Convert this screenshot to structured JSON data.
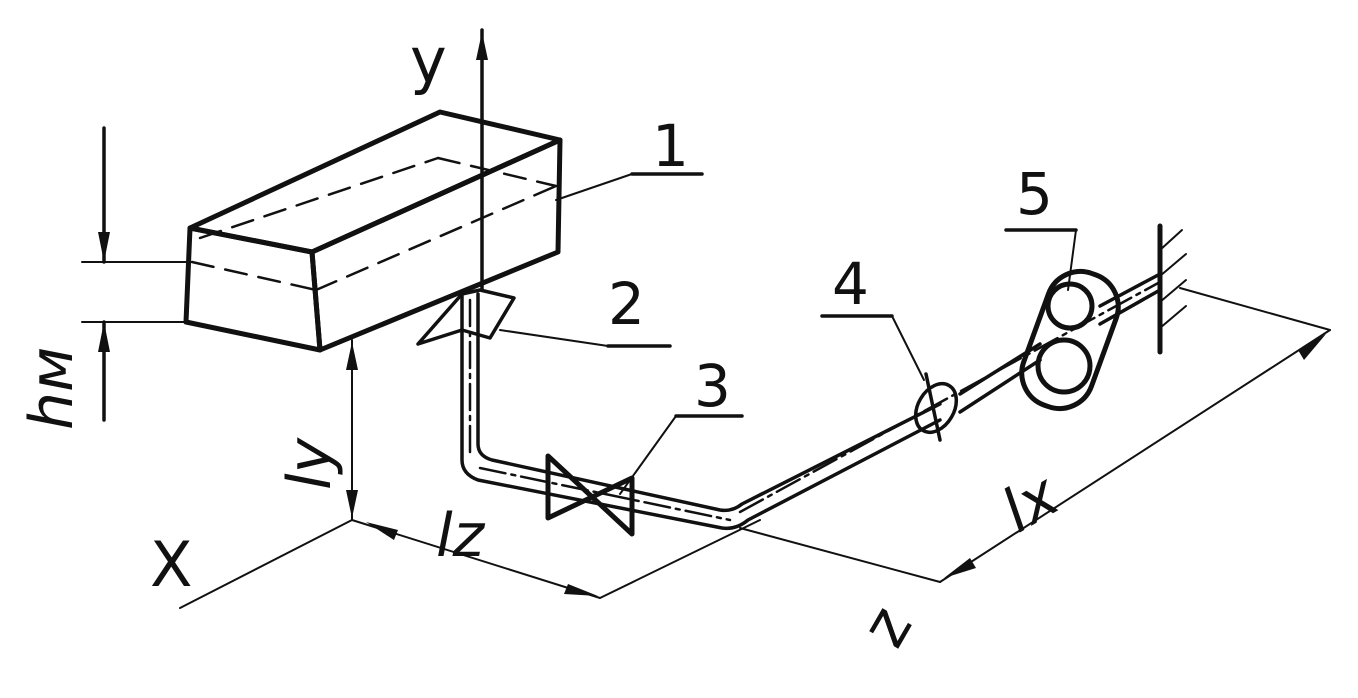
{
  "labels": {
    "axis_y": "y",
    "axis_x": "X",
    "axis_z": "z",
    "item_1": "1",
    "item_2": "2",
    "item_3": "3",
    "item_4": "4",
    "item_5": "5",
    "dim_hm": "hм",
    "dim_ly": "ly",
    "dim_lz": "lz",
    "dim_lx": "lx"
  },
  "colors": {
    "ink": "#111111",
    "paper": "#ffffff"
  }
}
